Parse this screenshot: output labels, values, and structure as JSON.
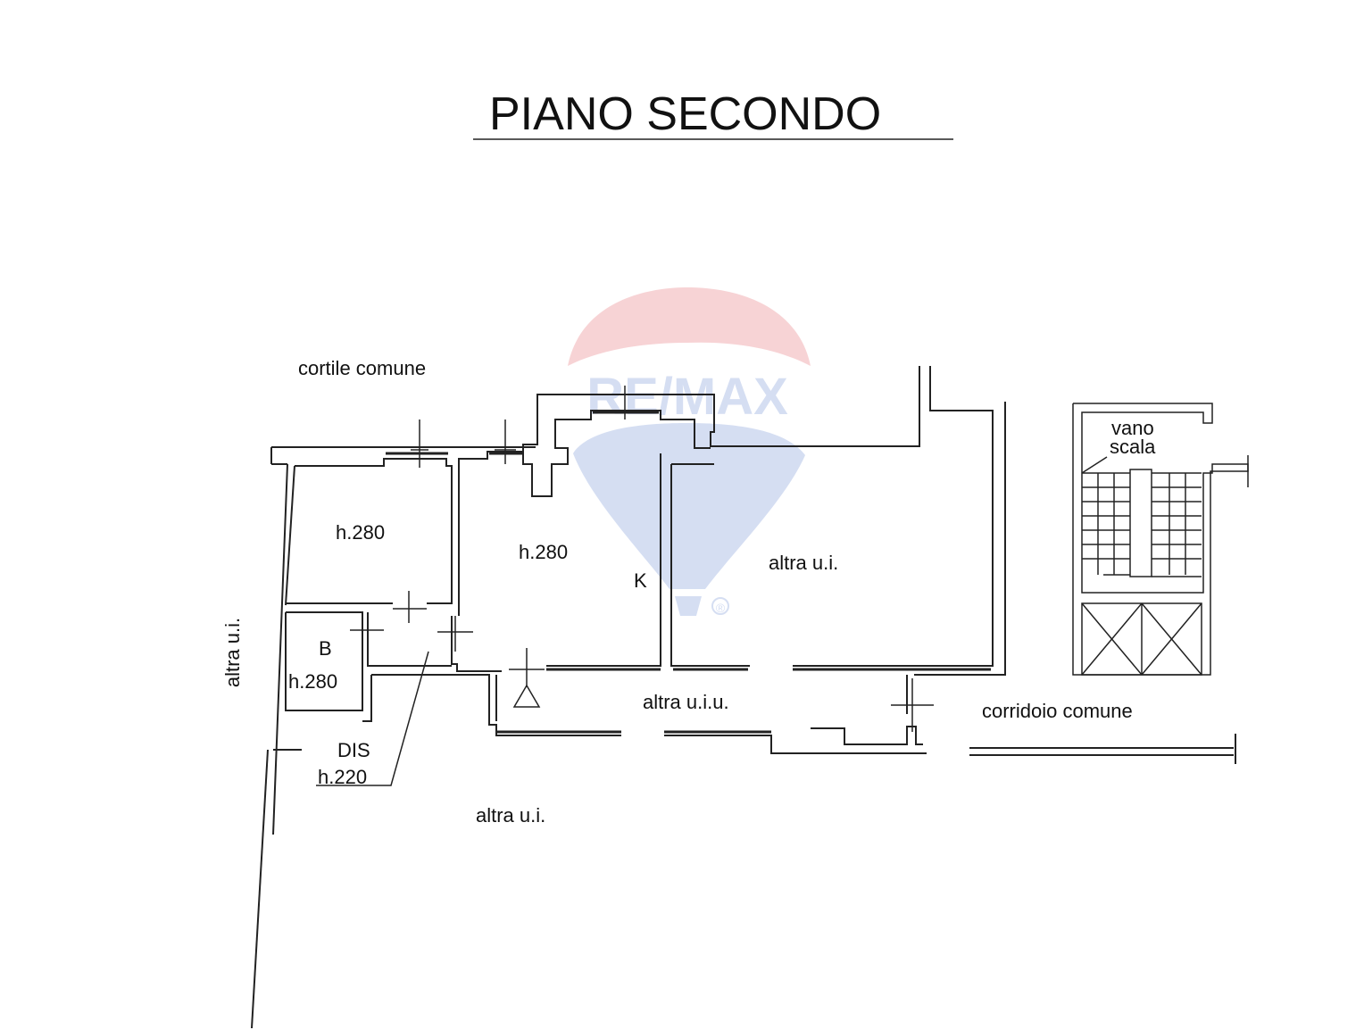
{
  "title": "PIANO SECONDO",
  "labels": {
    "cortile_comune": "cortile comune",
    "altra_ui_left": "altra u.i.",
    "room1_height": "h.280",
    "room2_height": "h.280",
    "kitchen": "K",
    "altra_ui_right": "altra u.i.",
    "bath": "B",
    "bath_height": "h.280",
    "dis": "DIS",
    "dis_height": "h.220",
    "altra_uiu": "altra u.i.u.",
    "corridoio_comune": "corridoio comune",
    "altra_ui_bottom": "altra u.i.",
    "vano": "vano",
    "scala": "scala"
  },
  "watermark": {
    "brand": "RE/MAX",
    "registered": "®",
    "color_red": "#e87a7f",
    "color_blue": "#7f9ad8"
  }
}
